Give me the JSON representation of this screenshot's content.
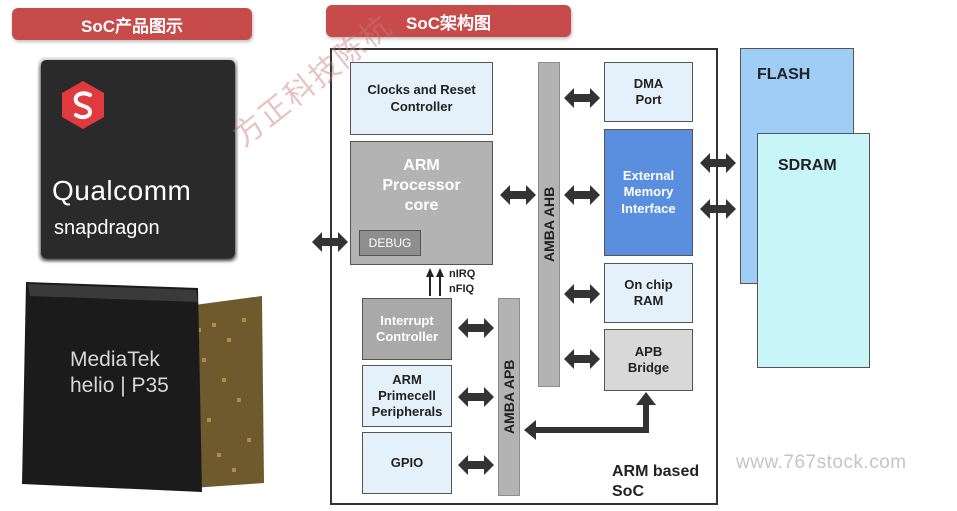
{
  "tags": {
    "left": "SoC产品图示",
    "right": "SoC架构图"
  },
  "products": {
    "qualcomm_brand": "Qualcomm",
    "qualcomm_sub": "snapdragon",
    "mediatek_brand": "MediaTek",
    "mediatek_sub": "helio | P35"
  },
  "blocks": {
    "clocks": "Clocks and Reset Controller",
    "arm_core": "ARM Processor core",
    "debug": "DEBUG",
    "dma": "DMA Port",
    "emi": "External Memory Interface",
    "onchip_ram": "On chip RAM",
    "apb_bridge": "APB Bridge",
    "interrupt": "Interrupt Controller",
    "primecell": "ARM Primecell Peripherals",
    "gpio": "GPIO",
    "flash": "FLASH",
    "sdram": "SDRAM"
  },
  "buses": {
    "ahb": "AMBA AHB",
    "apb": "AMBA APB"
  },
  "signals": {
    "nirq": "nIRQ",
    "nfiq": "nFIQ"
  },
  "soc_label": "ARM based SoC",
  "watermark": "方正科技陈杭",
  "site_watermark": "www.767stock.com"
}
